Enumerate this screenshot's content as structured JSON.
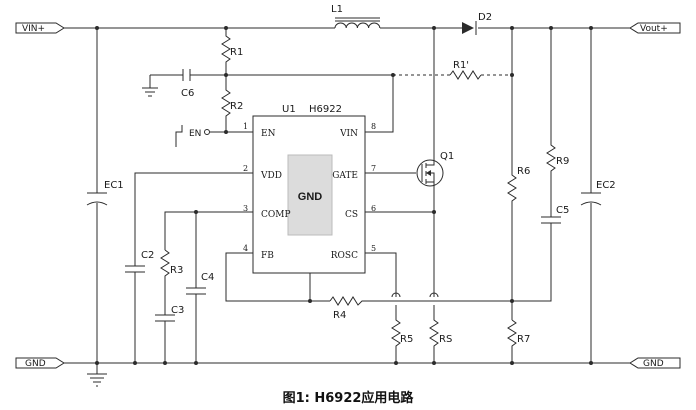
{
  "ports": {
    "vin": "VIN+",
    "vout": "Vout+",
    "gnd_left": "GND",
    "gnd_right": "GND"
  },
  "ic": {
    "ref": "U1",
    "part": "H6922",
    "center": "GND",
    "pins_left": [
      {
        "num": "1",
        "name": "EN"
      },
      {
        "num": "2",
        "name": "VDD"
      },
      {
        "num": "3",
        "name": "COMP"
      },
      {
        "num": "4",
        "name": "FB"
      }
    ],
    "pins_right": [
      {
        "num": "8",
        "name": "VIN"
      },
      {
        "num": "7",
        "name": "GATE"
      },
      {
        "num": "6",
        "name": "CS"
      },
      {
        "num": "5",
        "name": "ROSC"
      }
    ]
  },
  "en_input": "EN",
  "components": {
    "L1": "L1",
    "D2": "D2",
    "R1": "R1",
    "R1p": "R1'",
    "R2": "R2",
    "C6": "C6",
    "EC1": "EC1",
    "EC2": "EC2",
    "Q1": "Q1",
    "R6": "R6",
    "R9": "R9",
    "C5": "C5",
    "R7": "R7",
    "RS": "RS",
    "R5": "R5",
    "R4": "R4",
    "C2": "C2",
    "R3": "R3",
    "C3": "C3",
    "C4": "C4"
  },
  "caption": "图1: H6922应用电路"
}
